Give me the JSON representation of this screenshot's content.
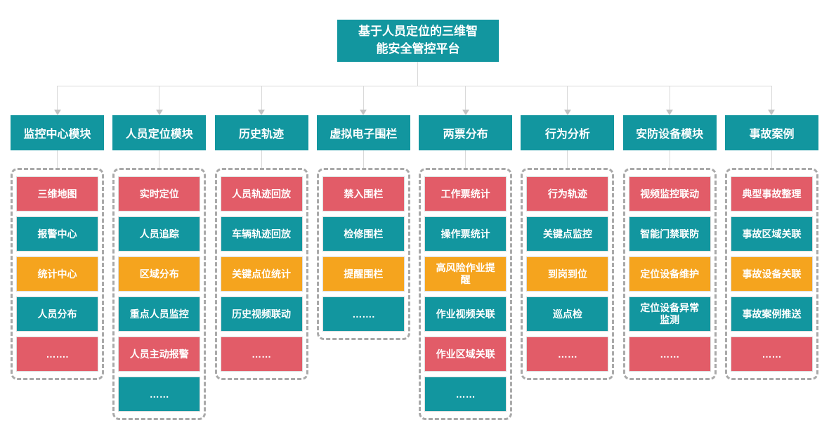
{
  "title": "基于人员定位的三维智\n能安全管控平台",
  "colors": {
    "teal": "#12969F",
    "red": "#E25C68",
    "orange": "#F5A41E",
    "line": "#D9D9D9",
    "arrow": "#C2C2C2",
    "dash": "#A9A9A9"
  },
  "columns": [
    {
      "header": "监控中心模块",
      "items": [
        {
          "label": "三维地图",
          "color": "red"
        },
        {
          "label": "报警中心",
          "color": "teal"
        },
        {
          "label": "统计中心",
          "color": "orange"
        },
        {
          "label": "人员分布",
          "color": "teal"
        },
        {
          "label": "…….",
          "color": "red"
        }
      ]
    },
    {
      "header": "人员定位模块",
      "items": [
        {
          "label": "实时定位",
          "color": "red"
        },
        {
          "label": "人员追踪",
          "color": "teal"
        },
        {
          "label": "区域分布",
          "color": "orange"
        },
        {
          "label": "重点人员监控",
          "color": "teal"
        },
        {
          "label": "人员主动报警",
          "color": "red"
        },
        {
          "label": "……",
          "color": "teal"
        }
      ]
    },
    {
      "header": "历史轨迹",
      "items": [
        {
          "label": "人员轨迹回放",
          "color": "red"
        },
        {
          "label": "车辆轨迹回放",
          "color": "teal"
        },
        {
          "label": "关键点位统计",
          "color": "orange"
        },
        {
          "label": "历史视频联动",
          "color": "teal"
        },
        {
          "label": "……",
          "color": "red"
        }
      ]
    },
    {
      "header": "虚拟电子围栏",
      "items": [
        {
          "label": "禁入围栏",
          "color": "red"
        },
        {
          "label": "检修围栏",
          "color": "teal"
        },
        {
          "label": "提醒围栏",
          "color": "orange"
        },
        {
          "label": "…….",
          "color": "teal"
        }
      ]
    },
    {
      "header": "两票分布",
      "items": [
        {
          "label": "工作票统计",
          "color": "red"
        },
        {
          "label": "操作票统计",
          "color": "teal"
        },
        {
          "label": "高风险作业提\n醒",
          "color": "orange"
        },
        {
          "label": "作业视频关联",
          "color": "teal"
        },
        {
          "label": "作业区域关联",
          "color": "red"
        },
        {
          "label": "……",
          "color": "teal"
        }
      ]
    },
    {
      "header": "行为分析",
      "items": [
        {
          "label": "行为轨迹",
          "color": "red"
        },
        {
          "label": "关键点监控",
          "color": "teal"
        },
        {
          "label": "到岗到位",
          "color": "orange"
        },
        {
          "label": "巡点检",
          "color": "teal"
        },
        {
          "label": "……",
          "color": "red"
        }
      ]
    },
    {
      "header": "安防设备模块",
      "items": [
        {
          "label": "视频监控联动",
          "color": "red"
        },
        {
          "label": "智能门禁联防",
          "color": "teal"
        },
        {
          "label": "定位设备维护",
          "color": "orange"
        },
        {
          "label": "定位设备异常\n监测",
          "color": "teal"
        },
        {
          "label": "……",
          "color": "red"
        }
      ]
    },
    {
      "header": "事故案例",
      "items": [
        {
          "label": "典型事故整理",
          "color": "red"
        },
        {
          "label": "事故区域关联",
          "color": "teal"
        },
        {
          "label": "事故设备关联",
          "color": "orange"
        },
        {
          "label": "事故案例推送",
          "color": "teal"
        },
        {
          "label": "……",
          "color": "red"
        }
      ]
    }
  ]
}
